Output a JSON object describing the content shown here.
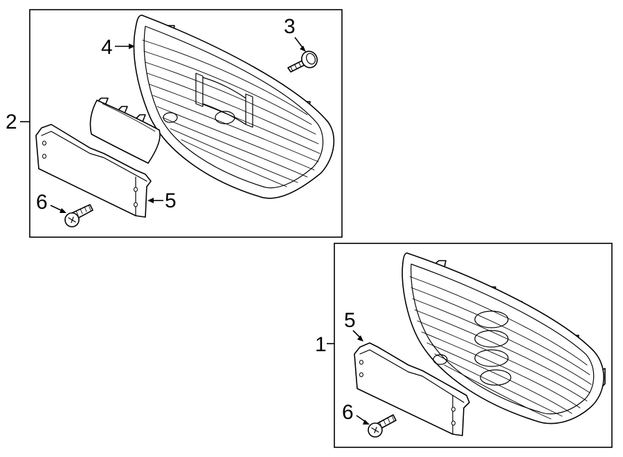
{
  "callouts": {
    "top": {
      "assembly": "2",
      "grille": "4",
      "clip": "3",
      "plate": "5",
      "screw": "6"
    },
    "bottom": {
      "assembly": "1",
      "plate": "5",
      "screw": "6"
    }
  }
}
